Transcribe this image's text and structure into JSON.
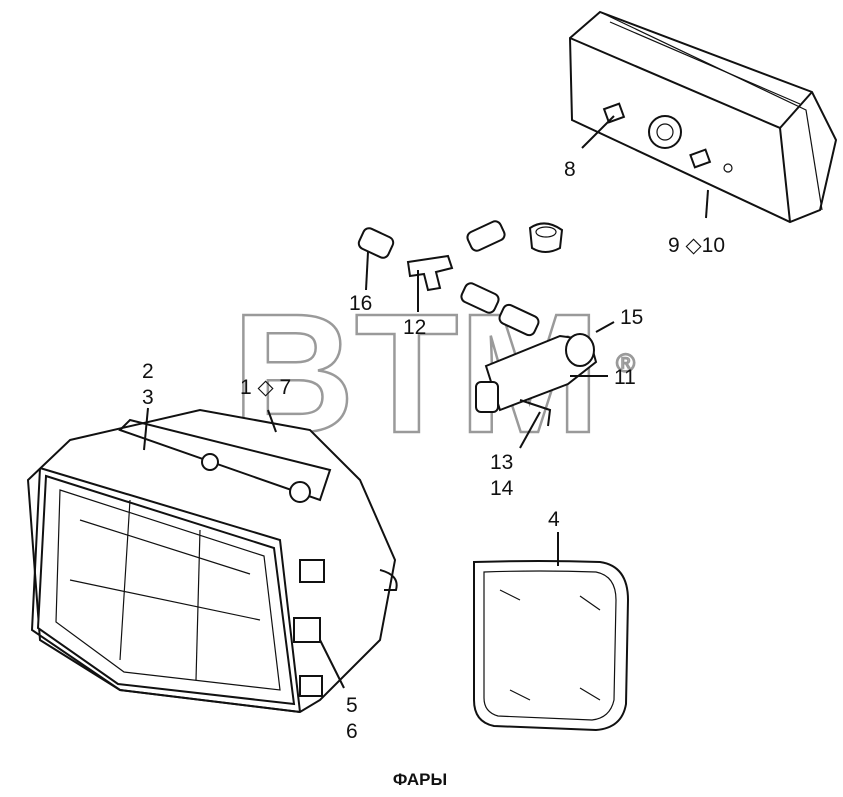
{
  "watermark": {
    "text": "BTM",
    "mark": "®"
  },
  "caption": "ФАРЫ",
  "callouts": {
    "c8": "8",
    "c9_10": "9 ◇10",
    "c15": "15",
    "c16": "16",
    "c12": "12",
    "c11": "11",
    "c2": "2",
    "c3": "3",
    "c1_7": "1 ◇ 7",
    "c13": "13",
    "c14": "14",
    "c4": "4",
    "c5": "5",
    "c6": "6"
  }
}
